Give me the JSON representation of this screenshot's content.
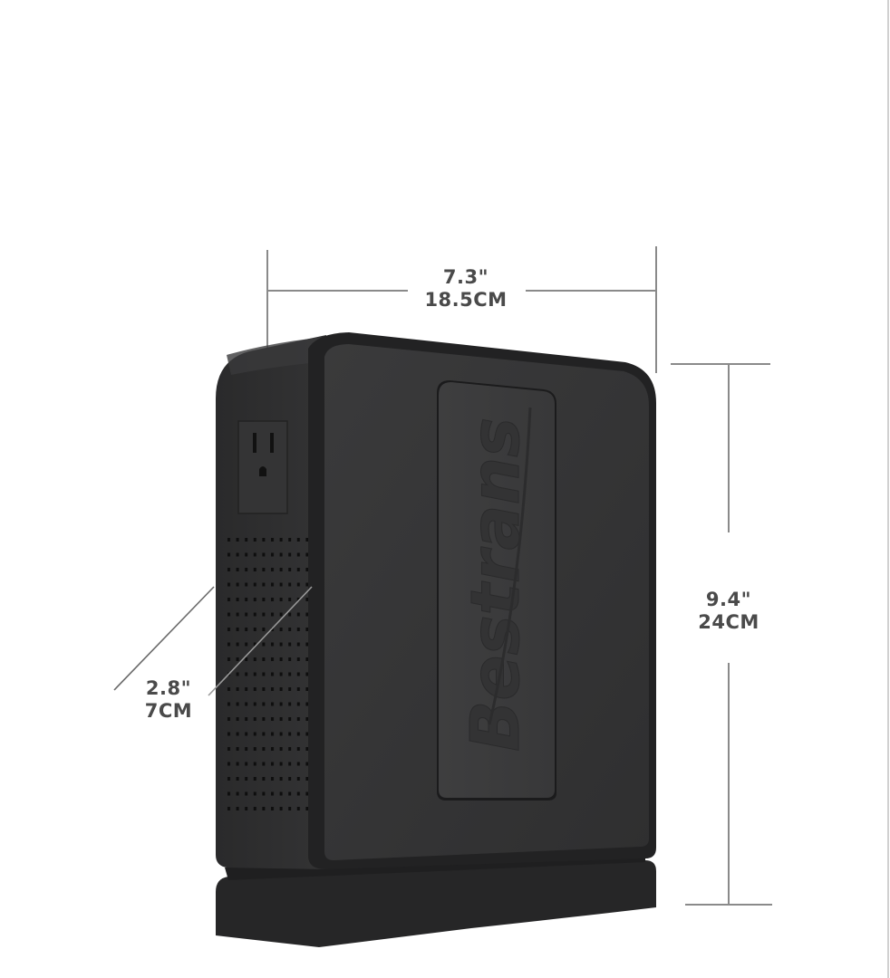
{
  "product": {
    "brand_logo_text": "Bestrans",
    "description": "Black upright power device with side AC outlet and vent grid"
  },
  "dimensions": {
    "width": {
      "imperial": "7.3\"",
      "metric": "18.5CM"
    },
    "height": {
      "imperial": "9.4\"",
      "metric": "24CM"
    },
    "depth": {
      "imperial": "2.8\"",
      "metric": "7CM"
    }
  },
  "colors": {
    "background": "#ffffff",
    "device_body": "#2f2f30",
    "device_front": "#353536",
    "logo_panel": "#3b3b3c",
    "dimension_text": "#4a4a4a",
    "dimension_lines": "#8a8a8a"
  }
}
